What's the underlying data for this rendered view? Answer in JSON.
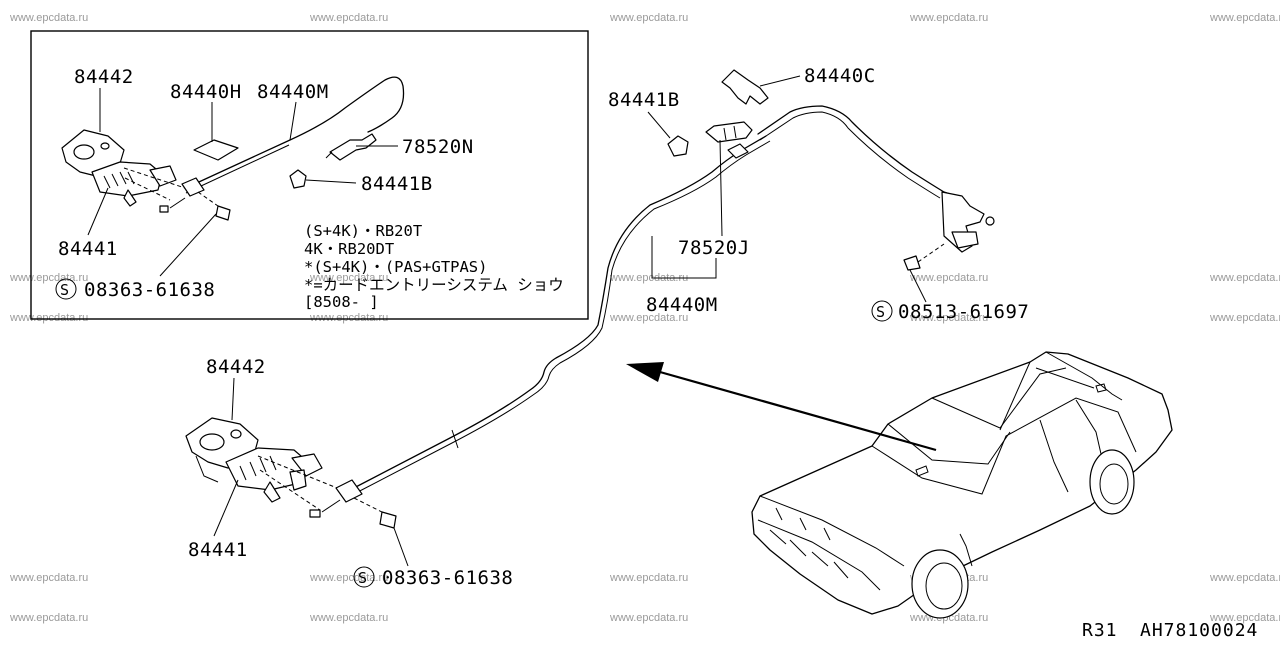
{
  "watermark": "www.epcdata.ru",
  "inset": {
    "labels": {
      "bracket": "84442",
      "stopper": "84440H",
      "cable": "84440M",
      "switch": "78520N",
      "clip": "84441B",
      "lock": "84441",
      "screw": "08363-61638"
    },
    "notes": [
      "(S+4K)・RB20T",
      "4K・RB20DT",
      "*(S+4K)・(PAS+GTPAS)",
      "*=カードエントリーシステム ショウ",
      "[8508-      ]"
    ]
  },
  "main": {
    "labels": {
      "clip": "84441B",
      "cable_clamp": "84440C",
      "switch": "78520J",
      "cable": "84440M",
      "screw_lid": "08513-61697",
      "bracket": "84442",
      "lock": "84441",
      "screw_lock": "08363-61638"
    }
  },
  "footer": {
    "model": "R31",
    "code": "AH78100024"
  },
  "icons": {
    "standard_part": "S"
  }
}
